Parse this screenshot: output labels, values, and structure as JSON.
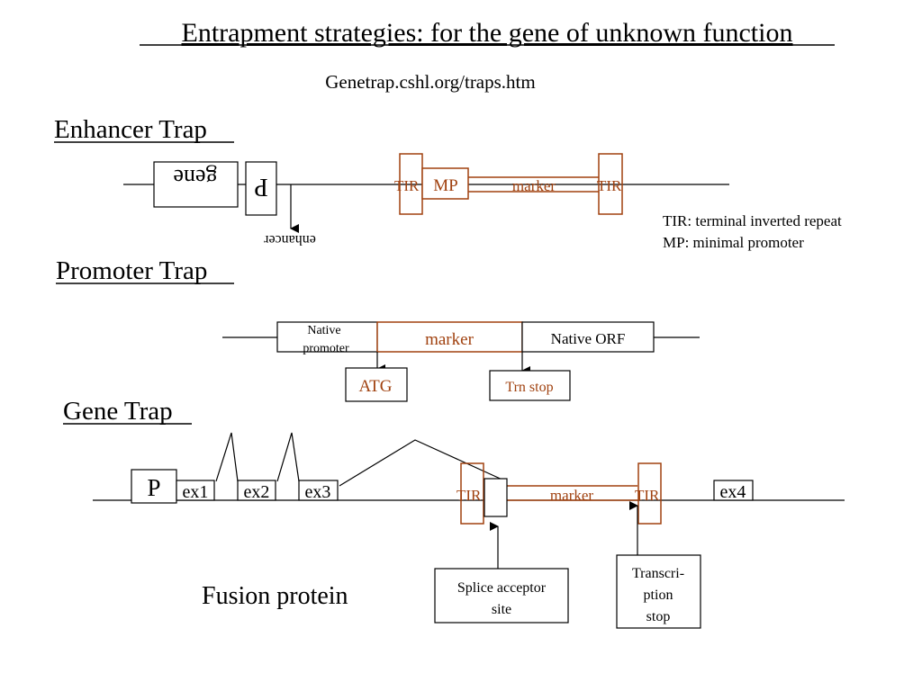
{
  "title": "Entrapment strategies: for the gene of unknown function",
  "url": "Genetrap.cshl.org/traps.htm",
  "colors": {
    "accent": "#A0410F",
    "line": "#000000"
  },
  "enhancer_trap": {
    "heading": "Enhancer Trap",
    "gene": "gene",
    "promoter": "P",
    "enhancer": "enhancer",
    "tir_left": "TIR",
    "mp": "MP",
    "marker": "marker",
    "tir_right": "TIR"
  },
  "legend": {
    "tir": "TIR: terminal inverted repeat",
    "mp": "MP: minimal promoter"
  },
  "promoter_trap": {
    "heading": "Promoter Trap",
    "native_promoter_line1": "Native",
    "native_promoter_line2": "promoter",
    "marker": "marker",
    "native_orf": "Native ORF",
    "atg": "ATG",
    "trn_stop": "Trn stop"
  },
  "gene_trap": {
    "heading": "Gene Trap",
    "promoter": "P",
    "ex1": "ex1",
    "ex2": "ex2",
    "ex3": "ex3",
    "tir_left": "TIR",
    "marker": "marker",
    "tir_right": "TIR",
    "ex4": "ex4",
    "splice_line1": "Splice acceptor",
    "splice_line2": "site",
    "tstop_line1": "Transcri-",
    "tstop_line2": "ption",
    "tstop_line3": "stop",
    "fusion": "Fusion protein"
  }
}
